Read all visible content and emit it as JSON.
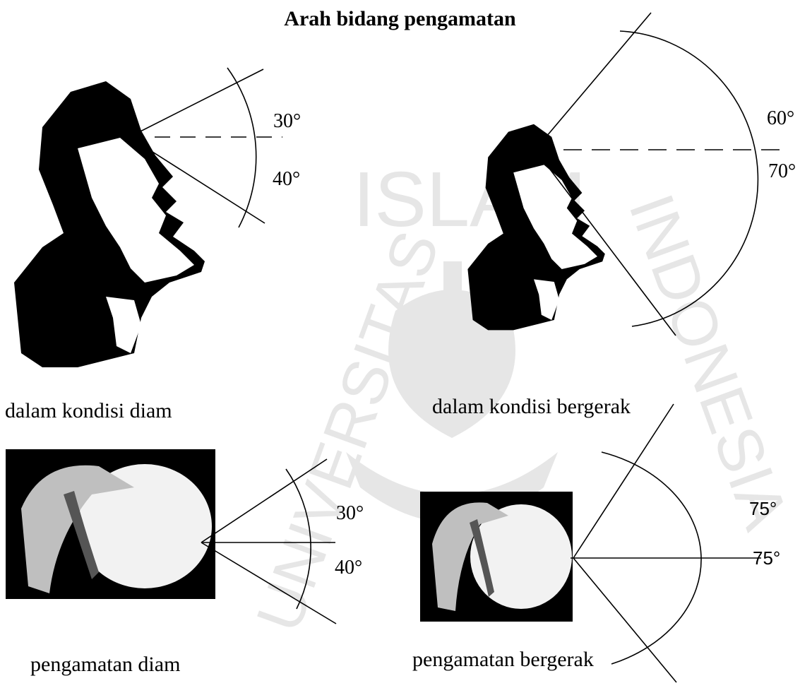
{
  "title": "Arah bidang pengamatan",
  "panels": {
    "standing_still": {
      "caption": "dalam kondisi diam",
      "angle_up": "30°",
      "angle_down": "40°",
      "view": "side",
      "head_icon": "head-profile-icon"
    },
    "standing_moving": {
      "caption": "dalam kondisi bergerak",
      "angle_up": "60°",
      "angle_down": "70°",
      "view": "side",
      "head_icon": "head-profile-icon"
    },
    "top_still": {
      "caption": "pengamatan diam",
      "angle_up": "30°",
      "angle_down": "40°",
      "view": "top",
      "head_icon": "head-top-view-icon"
    },
    "top_moving": {
      "caption": "pengamatan bergerak",
      "angle_up": "75°",
      "angle_down": "75°",
      "view": "top",
      "head_icon": "head-top-view-icon"
    }
  },
  "colors": {
    "ink": "#000000",
    "watermark": "#e6e6e6",
    "paper": "#ffffff"
  },
  "watermark": {
    "text_top": "ISLAM",
    "text_left": "UNIVERSITAS",
    "text_right": "INDONESIA"
  }
}
